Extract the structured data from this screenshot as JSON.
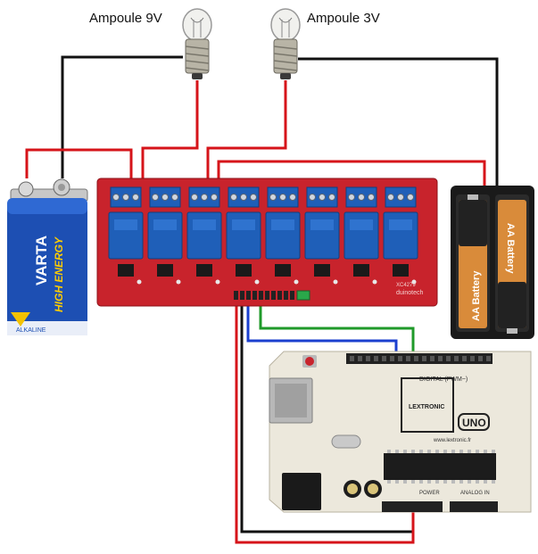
{
  "labels": {
    "bulb_left": "Ampoule 9V",
    "bulb_right": "Ampoule 3V"
  },
  "battery_9v": {
    "brand": "VARTA",
    "line": "HIGH ENERGY",
    "type": "ALKALINE"
  },
  "aa_pack": {
    "cell_label": "AA Battery"
  },
  "relay_board": {
    "logo_text": "duinotech",
    "model_text": "XC4279",
    "relay_count": 8
  },
  "arduino": {
    "digital_label": "DIGITAL (PWM~)",
    "brand": "LEXTRONIC",
    "model": "UNO",
    "website": "www.lextronic.fr",
    "power_label": "POWER",
    "analog_label": "ANALOG IN"
  },
  "colors": {
    "wire_red": "#d6141a",
    "wire_black": "#111111",
    "wire_blue": "#1b3fcf",
    "wire_green": "#1f9a2a",
    "board_red": "#c8232c",
    "relay_blue": "#1f5fb8",
    "arduino_board": "#ece8dc"
  }
}
